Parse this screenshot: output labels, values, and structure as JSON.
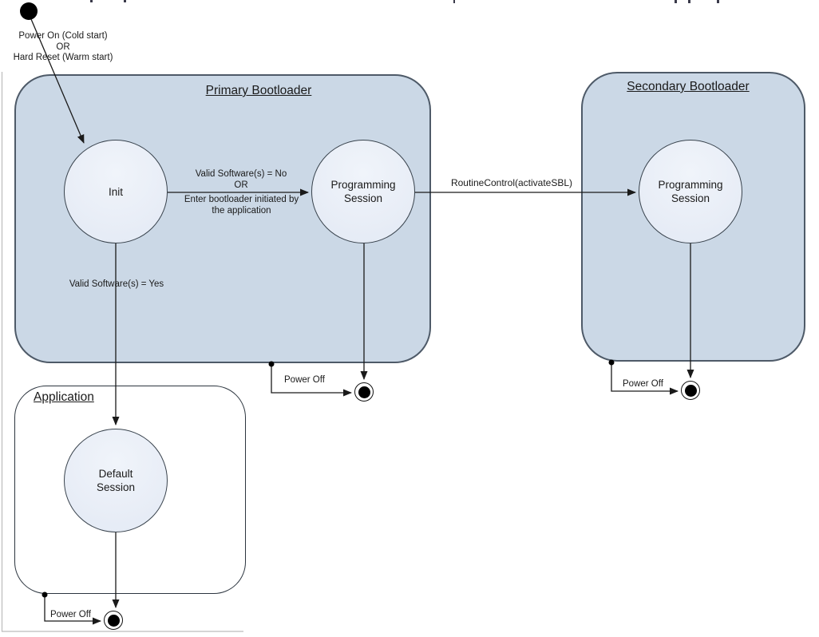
{
  "colors": {
    "region_fill": "#cbd8e6",
    "region_border": "#4e5a68",
    "state_fill": "#e9eef7",
    "state_border": "#39434d",
    "line": "#1a1a1a",
    "text": "#1a1a1a",
    "page_border": "#bcbcbc"
  },
  "containers": {
    "primary": {
      "title": "Primary Bootloader"
    },
    "secondary": {
      "title": "Secondary Bootloader"
    },
    "application": {
      "title": "Application"
    }
  },
  "states": {
    "init": {
      "label": "Init"
    },
    "prog_primary": {
      "label": "Programming\nSession"
    },
    "prog_secondary": {
      "label": "Programming\nSession"
    },
    "default_session": {
      "label": "Default\nSession"
    }
  },
  "transitions": {
    "power_on": {
      "label": "Power On (Cold start)\nOR\nHard Reset (Warm start)"
    },
    "init_to_prog_top": {
      "label": "Valid Software(s) = No\nOR"
    },
    "init_to_prog_bottom": {
      "label": "Enter bootloader initiated by\nthe application"
    },
    "activate_sbl": {
      "label": "RoutineControl(activateSBL)"
    },
    "valid_software_yes": {
      "label": "Valid Software(s) = Yes"
    },
    "power_off_primary": {
      "label": "Power Off"
    },
    "power_off_secondary": {
      "label": "Power Off"
    },
    "power_off_application": {
      "label": "Power Off"
    }
  }
}
